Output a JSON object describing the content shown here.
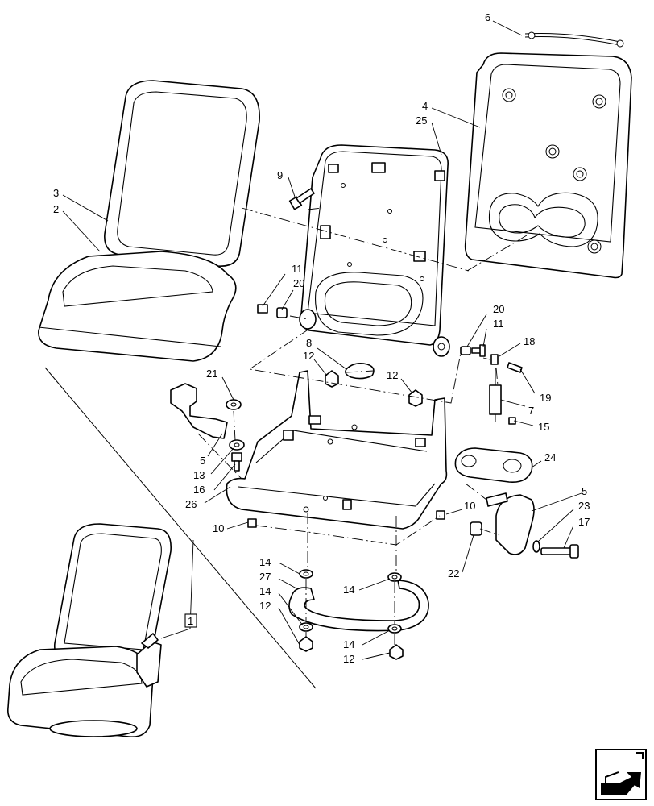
{
  "callouts": [
    {
      "id": "c6",
      "text": "6"
    },
    {
      "id": "c4",
      "text": "4"
    },
    {
      "id": "c25",
      "text": "25"
    },
    {
      "id": "c9",
      "text": "9"
    },
    {
      "id": "c3",
      "text": "3"
    },
    {
      "id": "c2",
      "text": "2"
    },
    {
      "id": "c11a",
      "text": "11"
    },
    {
      "id": "c20a",
      "text": "20"
    },
    {
      "id": "c20b",
      "text": "20"
    },
    {
      "id": "c11b",
      "text": "11"
    },
    {
      "id": "c18",
      "text": "18"
    },
    {
      "id": "c8",
      "text": "8"
    },
    {
      "id": "c12a",
      "text": "12"
    },
    {
      "id": "c12b",
      "text": "12"
    },
    {
      "id": "c19",
      "text": "19"
    },
    {
      "id": "c21",
      "text": "21"
    },
    {
      "id": "c7",
      "text": "7"
    },
    {
      "id": "c15",
      "text": "15"
    },
    {
      "id": "c5a",
      "text": "5"
    },
    {
      "id": "c13",
      "text": "13"
    },
    {
      "id": "c24",
      "text": "24"
    },
    {
      "id": "c16",
      "text": "16"
    },
    {
      "id": "c26",
      "text": "26"
    },
    {
      "id": "c5b",
      "text": "5"
    },
    {
      "id": "c10b",
      "text": "10"
    },
    {
      "id": "c23",
      "text": "23"
    },
    {
      "id": "c17",
      "text": "17"
    },
    {
      "id": "c10a",
      "text": "10"
    },
    {
      "id": "c22",
      "text": "22"
    },
    {
      "id": "c14a",
      "text": "14"
    },
    {
      "id": "c27",
      "text": "27"
    },
    {
      "id": "c14b",
      "text": "14"
    },
    {
      "id": "c14c",
      "text": "14"
    },
    {
      "id": "c12c",
      "text": "12"
    },
    {
      "id": "c14d",
      "text": "14"
    },
    {
      "id": "c12d",
      "text": "12"
    },
    {
      "id": "c1",
      "text": "1"
    }
  ],
  "nav_icon": "next-page-arrow-icon"
}
